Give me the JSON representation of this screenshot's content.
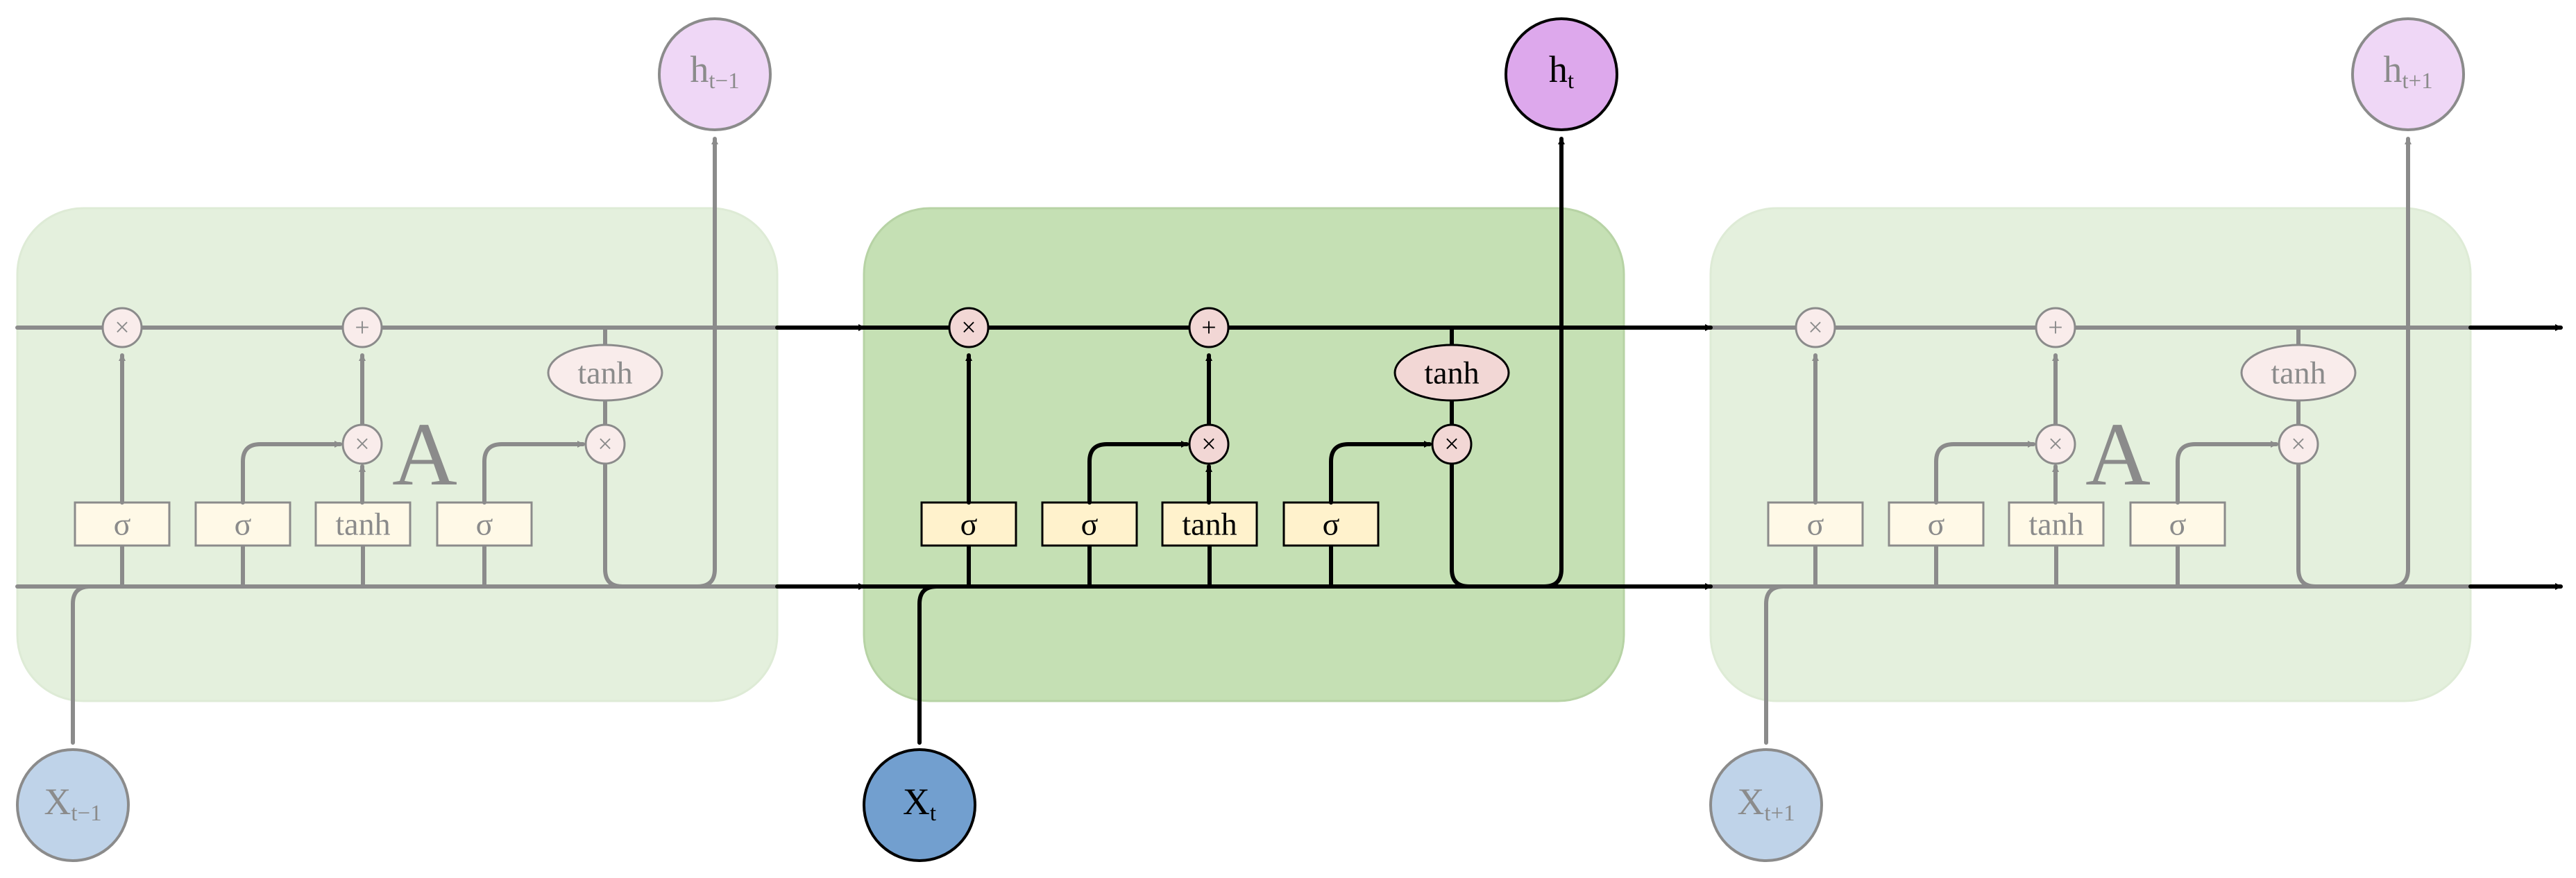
{
  "colors": {
    "cell_fill": "#c5e0b4",
    "cell_stroke": "#b7d3a5",
    "layer_fill": "#fff2cc",
    "op_fill": "#f2d7d5",
    "hidden_fill": "#dda8ec",
    "input_fill": "#729fcf",
    "line": "#000000"
  },
  "cells": [
    {
      "id": "prev",
      "faded": true,
      "label": "A",
      "input": {
        "base": "X",
        "sub": "t−1"
      },
      "output": {
        "base": "h",
        "sub": "t−1"
      },
      "layers": [
        "σ",
        "σ",
        "tanh",
        "σ"
      ],
      "ops": {
        "mult": "×",
        "add": "+",
        "tanh": "tanh"
      }
    },
    {
      "id": "current",
      "faded": false,
      "label": "",
      "input": {
        "base": "X",
        "sub": "t"
      },
      "output": {
        "base": "h",
        "sub": "t"
      },
      "layers": [
        "σ",
        "σ",
        "tanh",
        "σ"
      ],
      "ops": {
        "mult": "×",
        "add": "+",
        "tanh": "tanh"
      }
    },
    {
      "id": "next",
      "faded": true,
      "label": "A",
      "input": {
        "base": "X",
        "sub": "t+1"
      },
      "output": {
        "base": "h",
        "sub": "t+1"
      },
      "layers": [
        "σ",
        "σ",
        "tanh",
        "σ"
      ],
      "ops": {
        "mult": "×",
        "add": "+",
        "tanh": "tanh"
      }
    }
  ]
}
